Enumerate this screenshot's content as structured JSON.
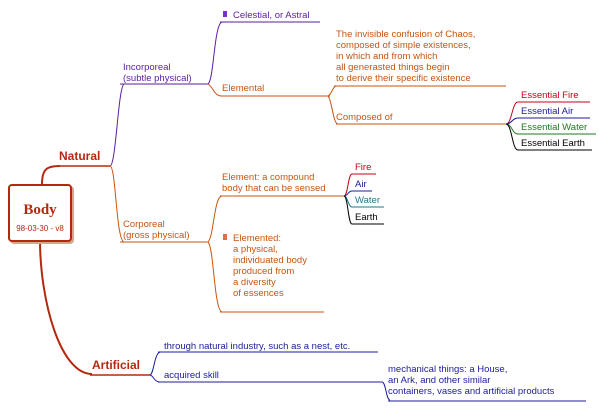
{
  "root": {
    "title": "Body",
    "subtitle": "98-03-30 - v8"
  },
  "natural": {
    "label": "Natural",
    "incorporeal": {
      "label": "Incorporeal\n(subtle physical)",
      "celestial": "Celestial, or Astral",
      "elemental": {
        "label": "Elemental",
        "description": "The invisible confusion of Chaos,\ncomposed of simple existences,\nin which and from which\nall generasted things begin\nto derive their specific existence",
        "composed_of": {
          "label": "Composed of",
          "items": [
            "Essential Fire",
            "Essential Air",
            "Essential Water",
            "Essential Earth"
          ]
        }
      }
    },
    "corporeal": {
      "label": "Corporeal\n(gross physical)",
      "element": {
        "label": "Element: a compound\nbody that can be sensed",
        "items": [
          "Fire",
          "Air",
          "Water",
          "Earth"
        ]
      },
      "elemented": "Elemented:\na physical,\nindividuated body\nproduced from\na diversity\nof essences"
    }
  },
  "artificial": {
    "label": "Artificial",
    "industry": "through natural industry, such as a nest, etc.",
    "skill": {
      "label": "acquired skill",
      "description": "mechanical things: a House,\nan Ark, and other similar\ncontainers, vases and artificial products"
    }
  },
  "colors": {
    "primary": "#b4280f",
    "branch_orange": "#c8540f",
    "branch_purple": "#5a1ea0",
    "branch_navy": "#1c1c9c",
    "fire": "#c8001a",
    "air": "#1c1c9c",
    "water": "#1e7a1e",
    "earth": "#000000"
  },
  "icons": {
    "topic_marker": "small-square-bullet"
  }
}
